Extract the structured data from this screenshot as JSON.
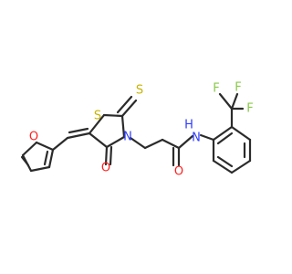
{
  "molecule": {
    "colors": {
      "bond": "#2b2b2b",
      "oxygen": "#ff1f1f",
      "nitrogen": "#2f3cff",
      "sulfur": "#c8b400",
      "fluorine": "#8ac94a",
      "carbon": "#2b2b2b"
    },
    "atoms": {
      "furan_o": "O",
      "ring_s": "S",
      "thione_s": "S",
      "ring_n": "N",
      "carbonyl_o_ring": "O",
      "amide_o": "O",
      "amide_n": "N",
      "amide_h": "H",
      "f_top_left": "F",
      "f_top_right": "F",
      "f_right": "F"
    }
  }
}
